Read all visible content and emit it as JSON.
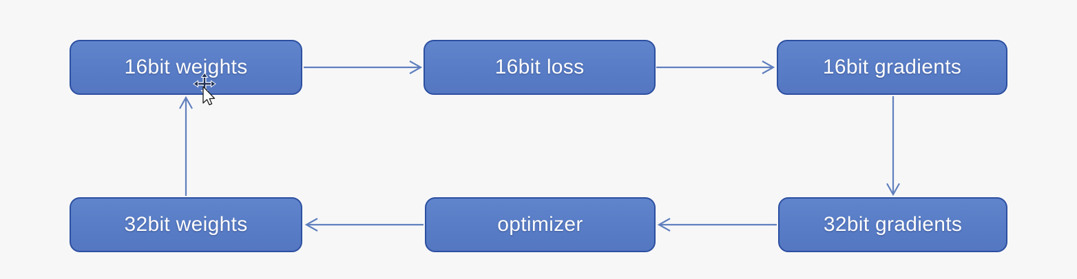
{
  "diagram": {
    "nodes": [
      {
        "id": "weights16",
        "label": "16bit weights"
      },
      {
        "id": "loss16",
        "label": "16bit loss"
      },
      {
        "id": "gradients16",
        "label": "16bit gradients"
      },
      {
        "id": "gradients32",
        "label": "32bit gradients"
      },
      {
        "id": "optimizer",
        "label": "optimizer"
      },
      {
        "id": "weights32",
        "label": "32bit weights"
      }
    ],
    "edges": [
      {
        "from": "16bit weights",
        "to": "16bit loss"
      },
      {
        "from": "16bit loss",
        "to": "16bit gradients"
      },
      {
        "from": "16bit gradients",
        "to": "32bit gradients"
      },
      {
        "from": "32bit gradients",
        "to": "optimizer"
      },
      {
        "from": "optimizer",
        "to": "32bit weights"
      },
      {
        "from": "32bit weights",
        "to": "16bit weights"
      }
    ],
    "colors": {
      "node_fill": "#5b7ec9",
      "node_border": "#2c4fa0",
      "node_text": "#ffffff",
      "arrow": "#5f7fbd",
      "background": "#f7f7f8"
    }
  }
}
